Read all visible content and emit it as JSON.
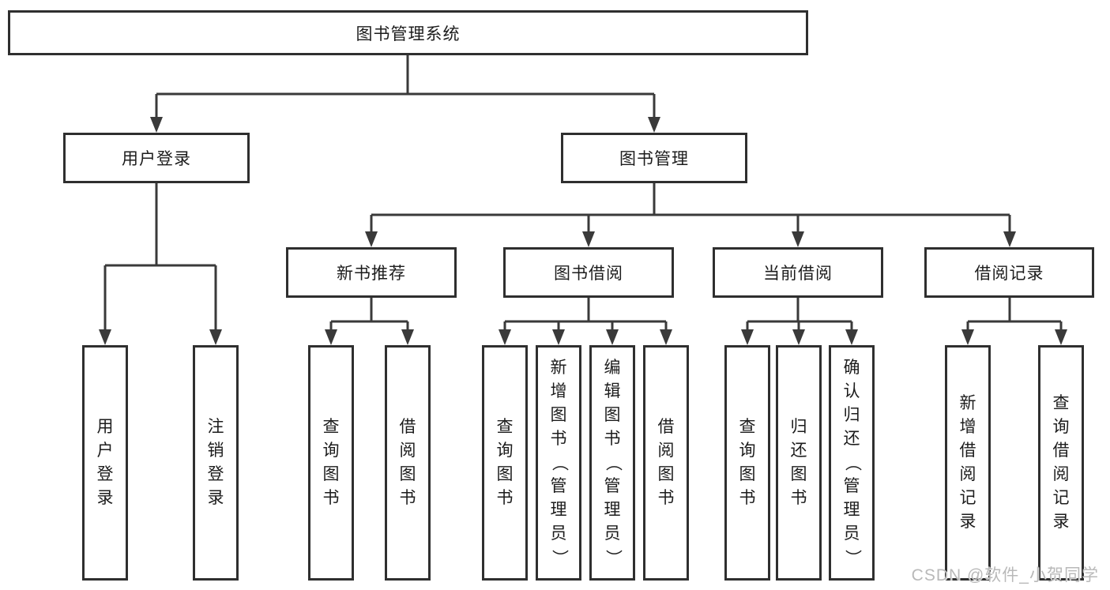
{
  "tree": {
    "root": "图书管理系统",
    "children": [
      {
        "label": "用户登录",
        "children": [
          "用户登录",
          "注销登录"
        ]
      },
      {
        "label": "图书管理",
        "children": [
          {
            "label": "新书推荐",
            "children": [
              "查询图书",
              "借阅图书"
            ]
          },
          {
            "label": "图书借阅",
            "children": [
              "查询图书",
              "新增图书（管理员）",
              "编辑图书（管理员）",
              "借阅图书"
            ]
          },
          {
            "label": "当前借阅",
            "children": [
              "查询图书",
              "归还图书",
              "确认归还（管理员）"
            ]
          },
          {
            "label": "借阅记录",
            "children": [
              "新增借阅记录",
              "查询借阅记录"
            ]
          }
        ]
      }
    ]
  },
  "watermark": {
    "text": "CSDN @软件_小贺同学"
  },
  "colors": {
    "line": "#3a3a3a",
    "box_border": "#2f2f2f",
    "text": "#1c1c1c",
    "watermark": "#b9b9b9",
    "background": "#ffffff"
  }
}
